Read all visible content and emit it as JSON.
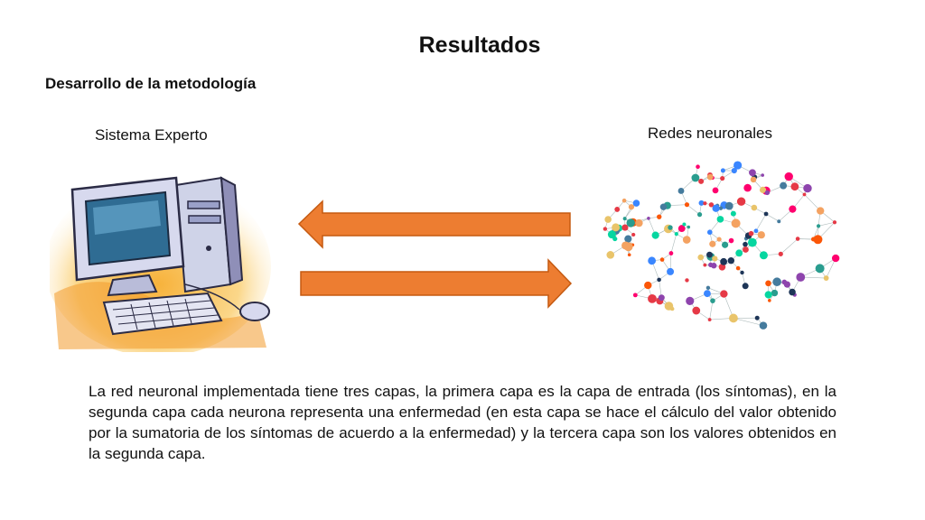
{
  "slide": {
    "title": "Resultados",
    "subtitle": "Desarrollo de la metodología",
    "left_label": "Sistema Experto",
    "right_label": "Redes neuronales",
    "body_text": "La red neuronal implementada tiene tres capas, la primera capa es la capa de entrada (los síntomas), en la segunda capa cada neurona representa una enfermedad (en esta capa se hace el cálculo del valor obtenido por la sumatoria de los síntomas de acuerdo a la enfermedad) y la tercera capa son los valores obtenidos en la segunda capa."
  },
  "diagram": {
    "left_image": "computer-illustration",
    "right_image": "neural-brain-illustration",
    "arrow_color": "#ED7D31",
    "arrow_left": "arrow-pointing-left",
    "arrow_right": "arrow-pointing-right"
  }
}
